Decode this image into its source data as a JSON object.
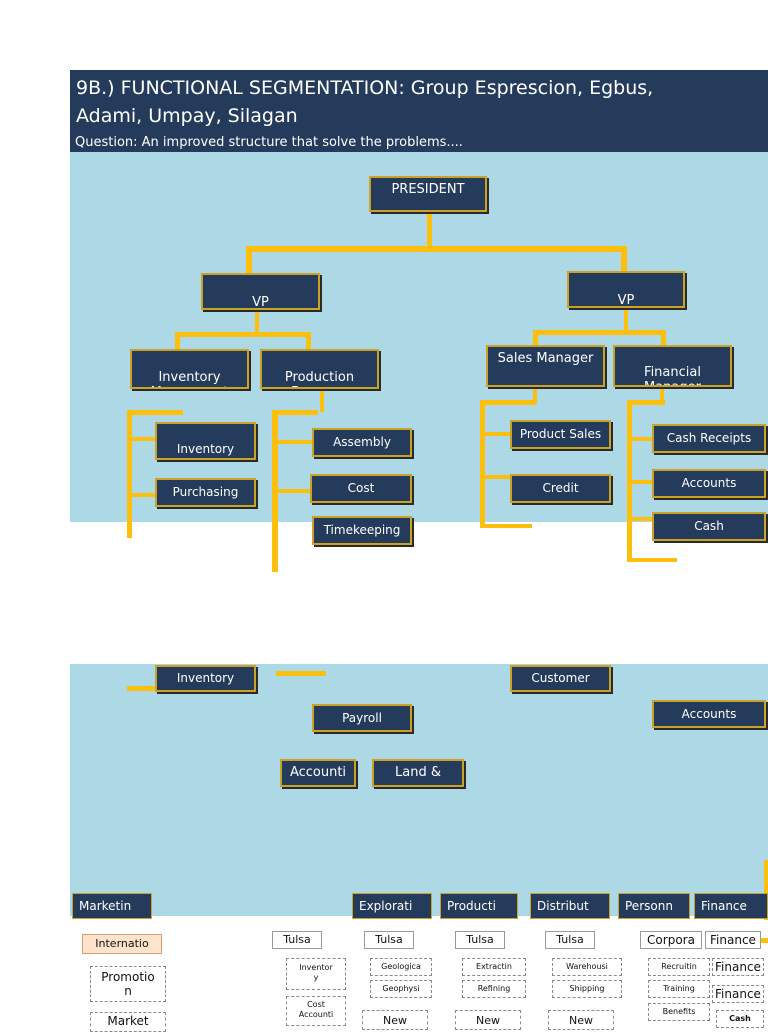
{
  "header": {
    "title_line1": "9B.) FUNCTIONAL SEGMENTATION: Group Esprescion, Egbus,",
    "title_line2": "Adami, Umpay, Silagan",
    "subtitle": "Question: An improved structure that solve the problems...."
  },
  "chart": {
    "president": "PRESIDENT",
    "vp_production": "VP\nProduction",
    "vp_marketing": "VP\nMarketing",
    "inventory_management": "Inventory\nManagment",
    "production_foreman": "Production\nForeman",
    "sales_manager": "Sales Manager",
    "financial_manager": "Financial\nManager",
    "inventory_warehouse": "Inventory\nWarehouse",
    "purchasing": "Purchasing",
    "assembly": "Assembly",
    "cost": "Cost",
    "timekeeping": "Timekeeping",
    "product_sales": "Product Sales",
    "credit": "Credit",
    "cash_receipts": "Cash Receipts",
    "accounts": "Accounts",
    "cash": "Cash"
  },
  "chart2": {
    "inventory": "Inventory",
    "customer": "Customer",
    "payroll": "Payroll",
    "accounts": "Accounts",
    "accounti": "Accounti",
    "land": "Land &"
  },
  "bottom": {
    "headers": [
      "Marketin",
      "Explorati",
      "Producti",
      "Distribut",
      "Personn",
      "Finance"
    ],
    "marketing": [
      "Internatio",
      "Promotio\nn",
      "Market"
    ],
    "exploration": [
      "Tulsa",
      "Inventor\ny",
      "Cost\nAccounti"
    ],
    "exploration2": [
      "Tulsa",
      "Geologica",
      "Geophysi",
      "New"
    ],
    "production": [
      "Tulsa",
      "Extractin",
      "Refining",
      "New"
    ],
    "distribution": [
      "Tulsa",
      "Warehousi",
      "Shipping",
      "New"
    ],
    "personnel": [
      "Corpora",
      "Recruitin",
      "Training",
      "Benefits"
    ],
    "finance": [
      "Finance",
      "Finance",
      "Finance",
      "Cash"
    ]
  }
}
